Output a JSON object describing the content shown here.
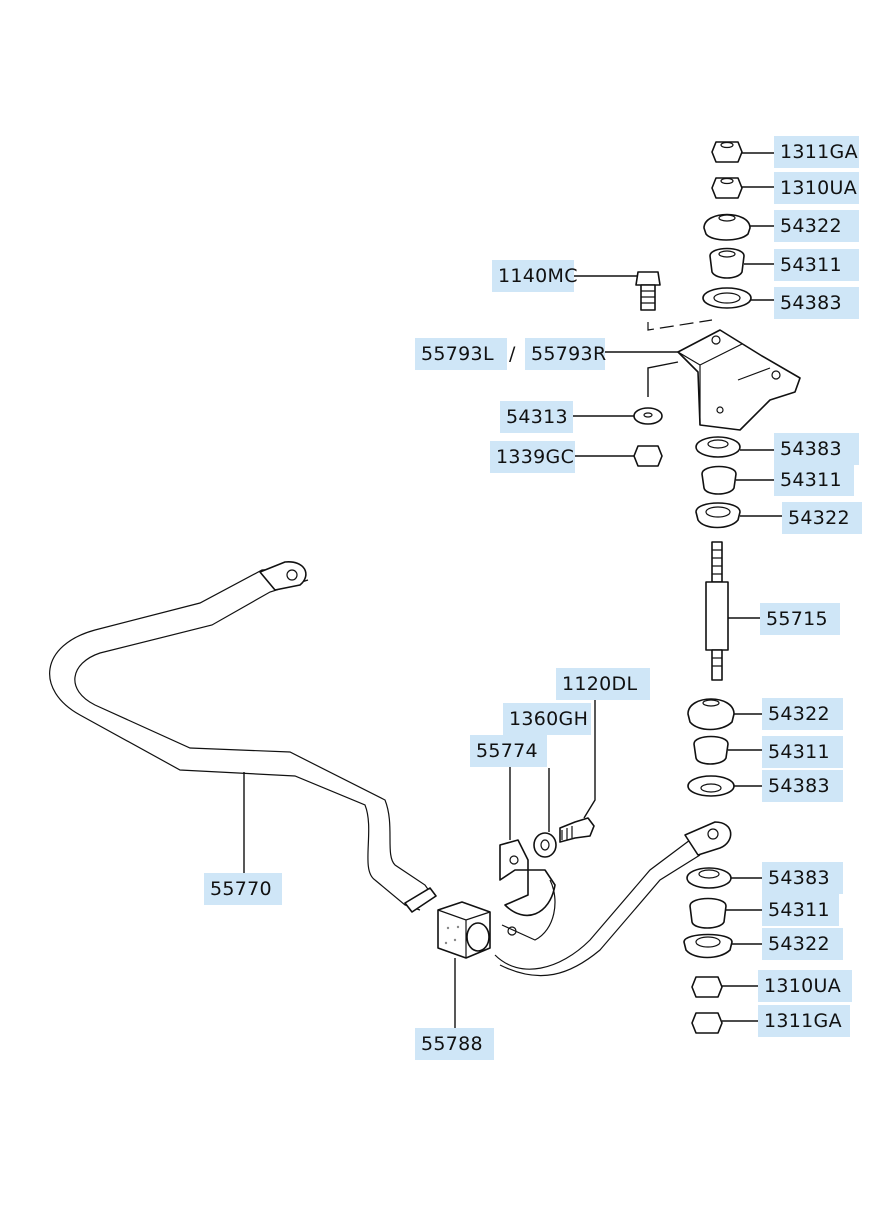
{
  "callouts": {
    "nut_1311ga_top": "1311GA",
    "nut_1310ua_top": "1310UA",
    "cup_54322_top": "54322",
    "bush_54311_top": "54311",
    "washer_54383_top": "54383",
    "bolt_1140mc": "1140MC",
    "bracket_l": "55793L",
    "bracket_sep": "/",
    "bracket_r": "55793R",
    "washer_54313": "54313",
    "nut_1339gc": "1339GC",
    "washer_54383_mid": "54383",
    "bush_54311_mid": "54311",
    "cup_54322_mid": "54322",
    "link_55715": "55715",
    "bolt_1120dl": "1120DL",
    "washer_1360gh": "1360GH",
    "clamp_55774": "55774",
    "cup_54322_low": "54322",
    "bush_54311_low": "54311",
    "washer_54383_low": "54383",
    "bar_55770": "55770",
    "washer_54383_bot": "54383",
    "bush_54311_bot": "54311",
    "cup_54322_bot": "54322",
    "nut_1310ua_bot": "1310UA",
    "nut_1311ga_bot": "1311GA",
    "bushing_55788": "55788"
  },
  "colors": {
    "callout_bg": "#cfe6f7",
    "line": "#111111"
  }
}
